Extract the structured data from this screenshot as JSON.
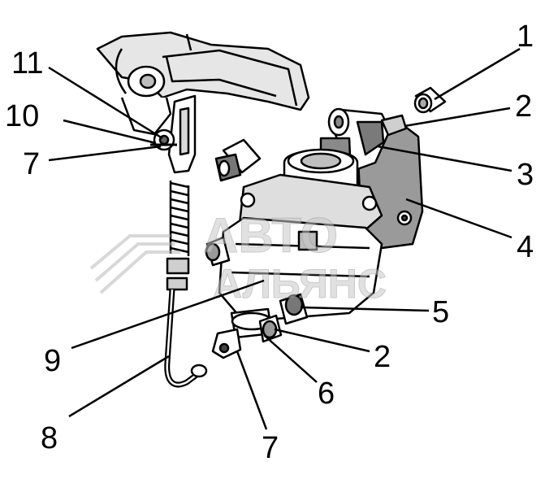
{
  "callouts": [
    {
      "id": "1",
      "label": "1"
    },
    {
      "id": "2a",
      "label": "2"
    },
    {
      "id": "3",
      "label": "3"
    },
    {
      "id": "4",
      "label": "4"
    },
    {
      "id": "5",
      "label": "5"
    },
    {
      "id": "2b",
      "label": "2"
    },
    {
      "id": "6",
      "label": "6"
    },
    {
      "id": "7b",
      "label": "7"
    },
    {
      "id": "8",
      "label": "8"
    },
    {
      "id": "9",
      "label": "9"
    },
    {
      "id": "7a",
      "label": "7"
    },
    {
      "id": "10",
      "label": "10"
    },
    {
      "id": "11",
      "label": "11"
    }
  ],
  "watermark": {
    "line1": "АВТО",
    "line2": "АЛЬЯНС"
  },
  "colors": {
    "ink": "#000000",
    "shade": "#9a9a9a",
    "light": "#d0d0d0",
    "watermark": "#b9b9b9"
  }
}
